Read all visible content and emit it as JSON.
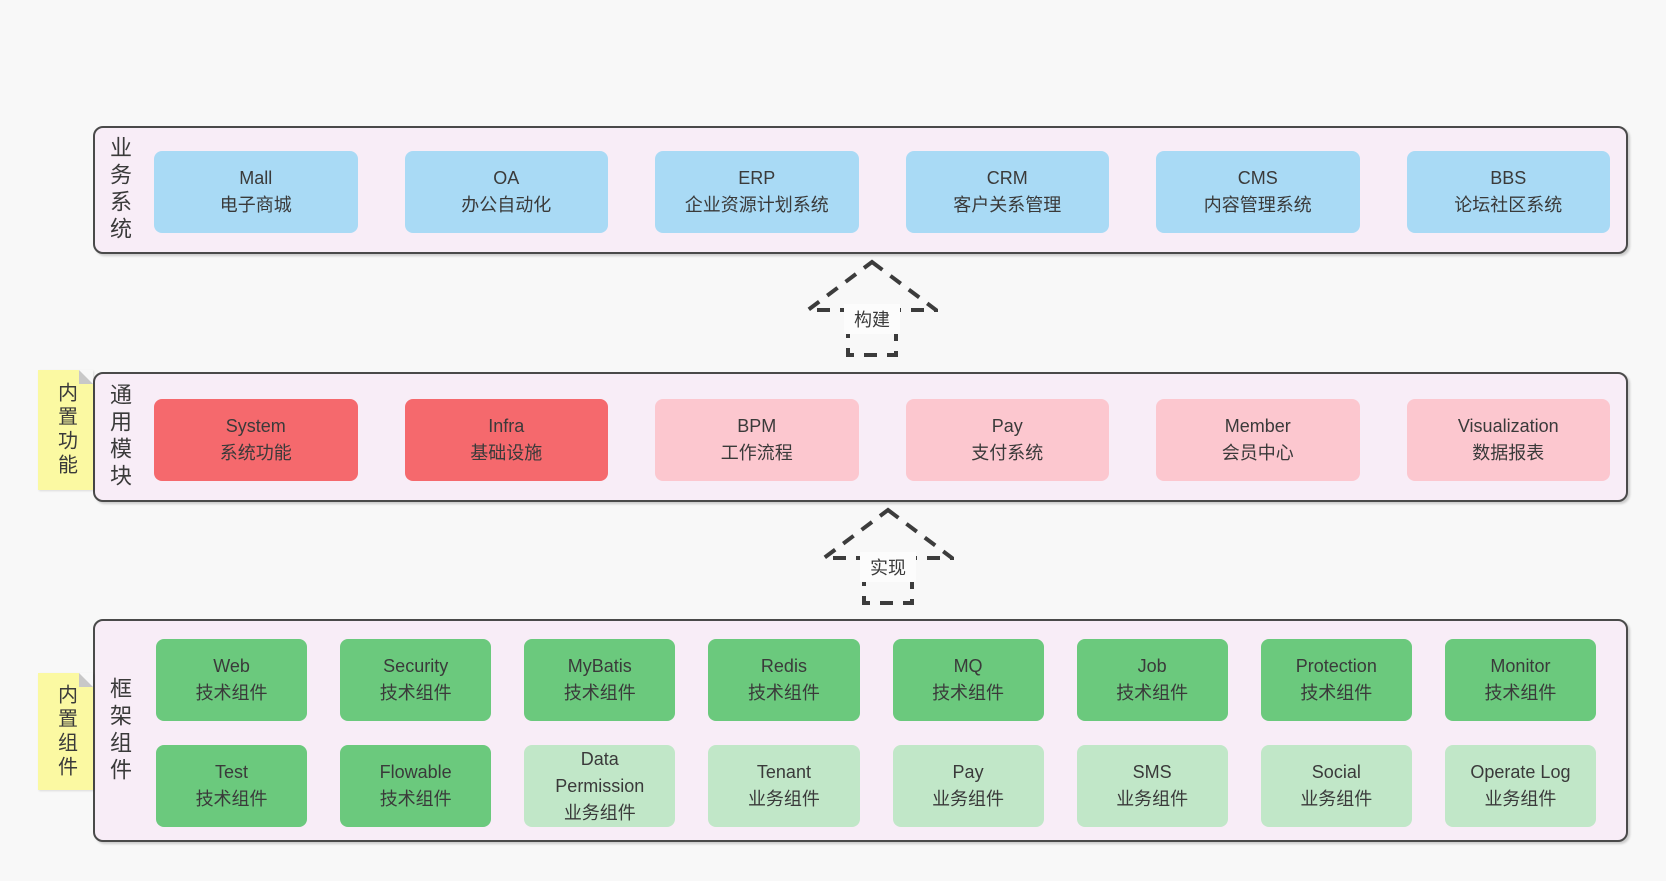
{
  "page": {
    "background": "#f8f8f8"
  },
  "colors": {
    "container_fill": "#f8edf7",
    "container_border": "#4a4a4a",
    "box_blue": "#a9daf5",
    "box_red": "#f5696d",
    "box_pink": "#fcc7cf",
    "box_green": "#6bc97d",
    "box_green_light": "#c1e7c8",
    "sticky_yellow": "#fbf9a2",
    "sticky_fold_gray": "#c8c8c8",
    "text": "#3a3a3a",
    "arrow_outline": "#3c3c3c"
  },
  "layers": [
    {
      "id": "business-systems",
      "label": "业务系统",
      "boxes": [
        {
          "name": "Mall",
          "desc": "电子商城",
          "variant": "blue"
        },
        {
          "name": "OA",
          "desc": "办公自动化",
          "variant": "blue"
        },
        {
          "name": "ERP",
          "desc": "企业资源计划系统",
          "variant": "blue"
        },
        {
          "name": "CRM",
          "desc": "客户关系管理",
          "variant": "blue"
        },
        {
          "name": "CMS",
          "desc": "内容管理系统",
          "variant": "blue"
        },
        {
          "name": "BBS",
          "desc": "论坛社区系统",
          "variant": "blue"
        }
      ]
    },
    {
      "id": "common-modules",
      "label": "通用模块",
      "sticky": "内置功能",
      "boxes": [
        {
          "name": "System",
          "desc": "系统功能",
          "variant": "red"
        },
        {
          "name": "Infra",
          "desc": "基础设施",
          "variant": "red"
        },
        {
          "name": "BPM",
          "desc": "工作流程",
          "variant": "pink"
        },
        {
          "name": "Pay",
          "desc": "支付系统",
          "variant": "pink"
        },
        {
          "name": "Member",
          "desc": "会员中心",
          "variant": "pink"
        },
        {
          "name": "Visualization",
          "desc": "数据报表",
          "variant": "pink"
        }
      ]
    },
    {
      "id": "framework-components",
      "label": "框架组件",
      "sticky": "内置组件",
      "rows": [
        [
          {
            "name": "Web",
            "desc": "技术组件",
            "variant": "green"
          },
          {
            "name": "Security",
            "desc": "技术组件",
            "variant": "green"
          },
          {
            "name": "MyBatis",
            "desc": "技术组件",
            "variant": "green"
          },
          {
            "name": "Redis",
            "desc": "技术组件",
            "variant": "green"
          },
          {
            "name": "MQ",
            "desc": "技术组件",
            "variant": "green"
          },
          {
            "name": "Job",
            "desc": "技术组件",
            "variant": "green"
          },
          {
            "name": "Protection",
            "desc": "技术组件",
            "variant": "green"
          },
          {
            "name": "Monitor",
            "desc": "技术组件",
            "variant": "green"
          }
        ],
        [
          {
            "name": "Test",
            "desc": "技术组件",
            "variant": "green"
          },
          {
            "name": "Flowable",
            "desc": "技术组件",
            "variant": "green"
          },
          {
            "name": "Data\nPermission",
            "desc": "业务组件",
            "variant": "green-light"
          },
          {
            "name": "Tenant",
            "desc": "业务组件",
            "variant": "green-light"
          },
          {
            "name": "Pay",
            "desc": "业务组件",
            "variant": "green-light"
          },
          {
            "name": "SMS",
            "desc": "业务组件",
            "variant": "green-light"
          },
          {
            "name": "Social",
            "desc": "业务组件",
            "variant": "green-light"
          },
          {
            "name": "Operate Log",
            "desc": "业务组件",
            "variant": "green-light"
          }
        ]
      ]
    }
  ],
  "arrows": [
    {
      "label": "构建"
    },
    {
      "label": "实现"
    }
  ]
}
